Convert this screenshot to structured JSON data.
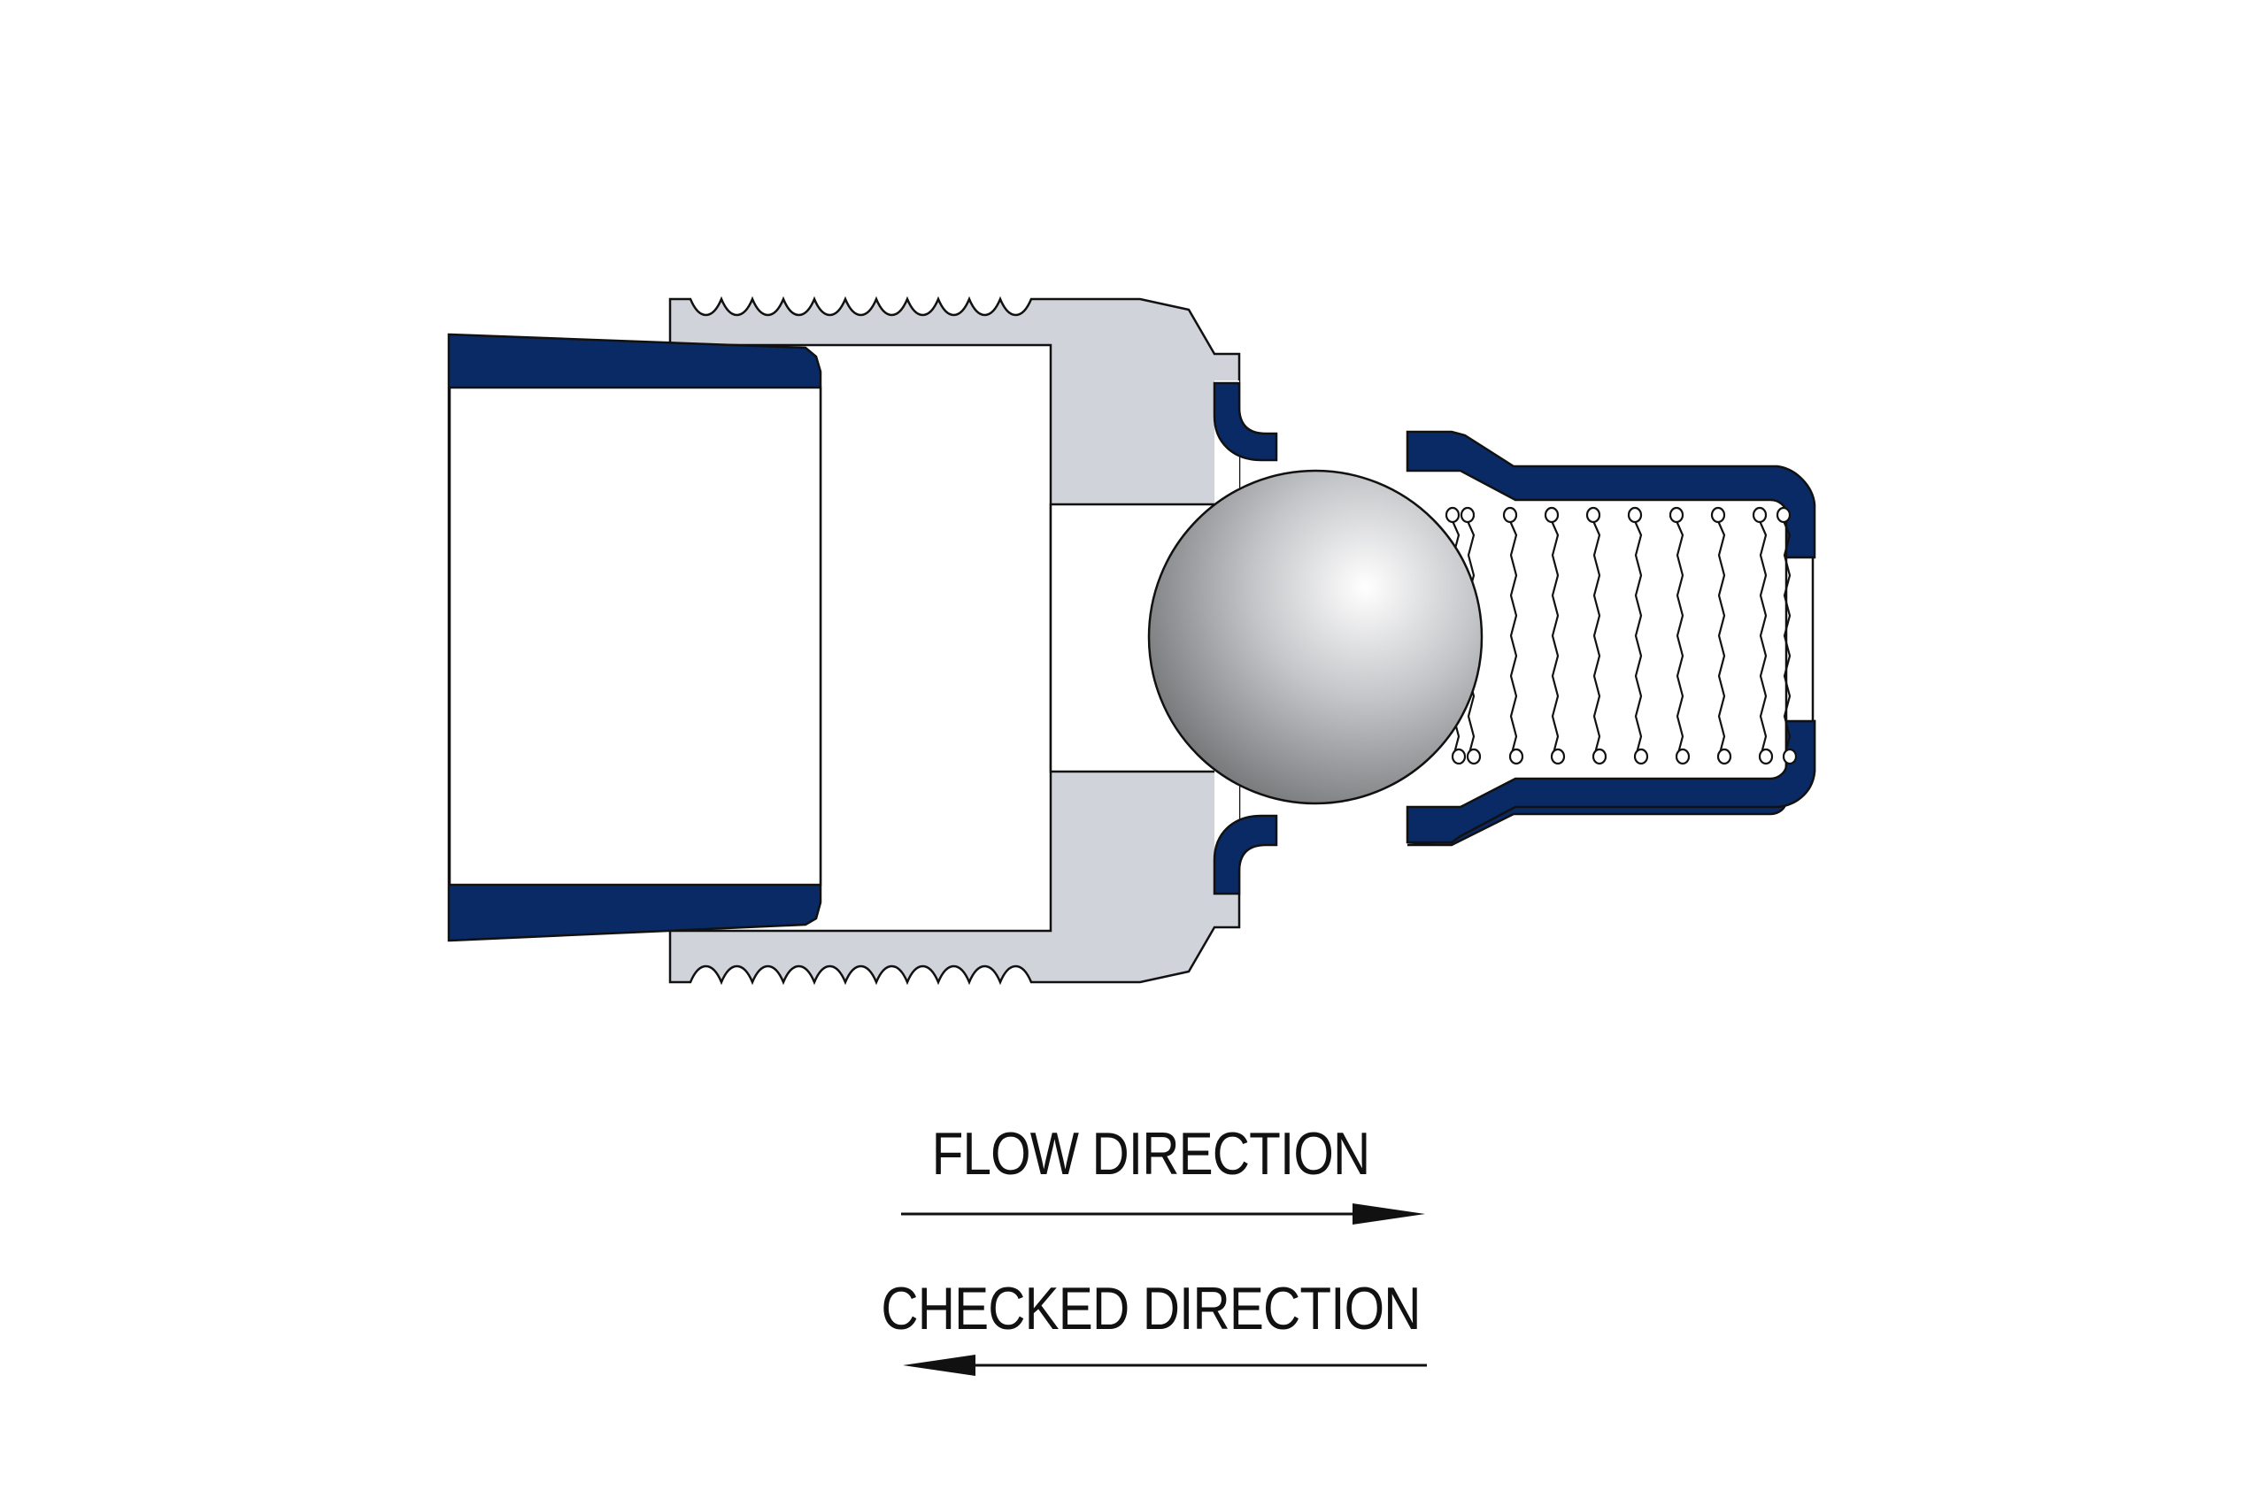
{
  "legend": {
    "flow_label": "FLOW DIRECTION",
    "checked_label": "CHECKED DIRECTION"
  },
  "colors": {
    "navy": "#0a2a66",
    "body_gray": "#d0d3da",
    "outline": "#111111",
    "ball_light": "#ffffff",
    "ball_dark": "#707173"
  },
  "parts": [
    "pipe",
    "valve-body",
    "ball",
    "spring",
    "spring-housing",
    "flow-arrow",
    "checked-arrow"
  ]
}
